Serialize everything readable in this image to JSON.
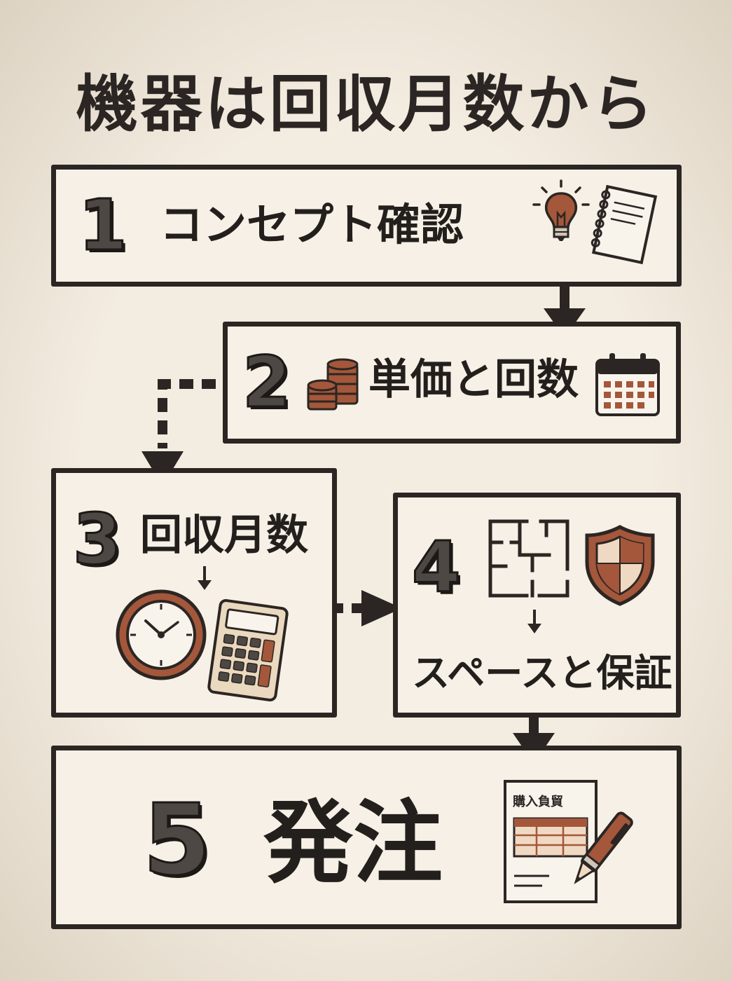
{
  "title": "機器は回収月数から",
  "steps": [
    {
      "number": "1",
      "label": "コンセプト確認"
    },
    {
      "number": "2",
      "label": "単価と回数"
    },
    {
      "number": "3",
      "label": "回収月数"
    },
    {
      "number": "4",
      "label": "スペースと保証"
    },
    {
      "number": "5",
      "label": "発注"
    }
  ],
  "document_label": "購入負貿",
  "colors": {
    "background": "#f3ece0",
    "ink": "#2b2623",
    "accent": "#a4573a",
    "accent_light": "#e8c7a8"
  },
  "icons": [
    "lightbulb-icon",
    "notebook-icon",
    "coins-icon",
    "calendar-icon",
    "clock-icon",
    "calculator-icon",
    "floorplan-icon",
    "shield-icon",
    "order-form-icon",
    "pen-icon"
  ]
}
